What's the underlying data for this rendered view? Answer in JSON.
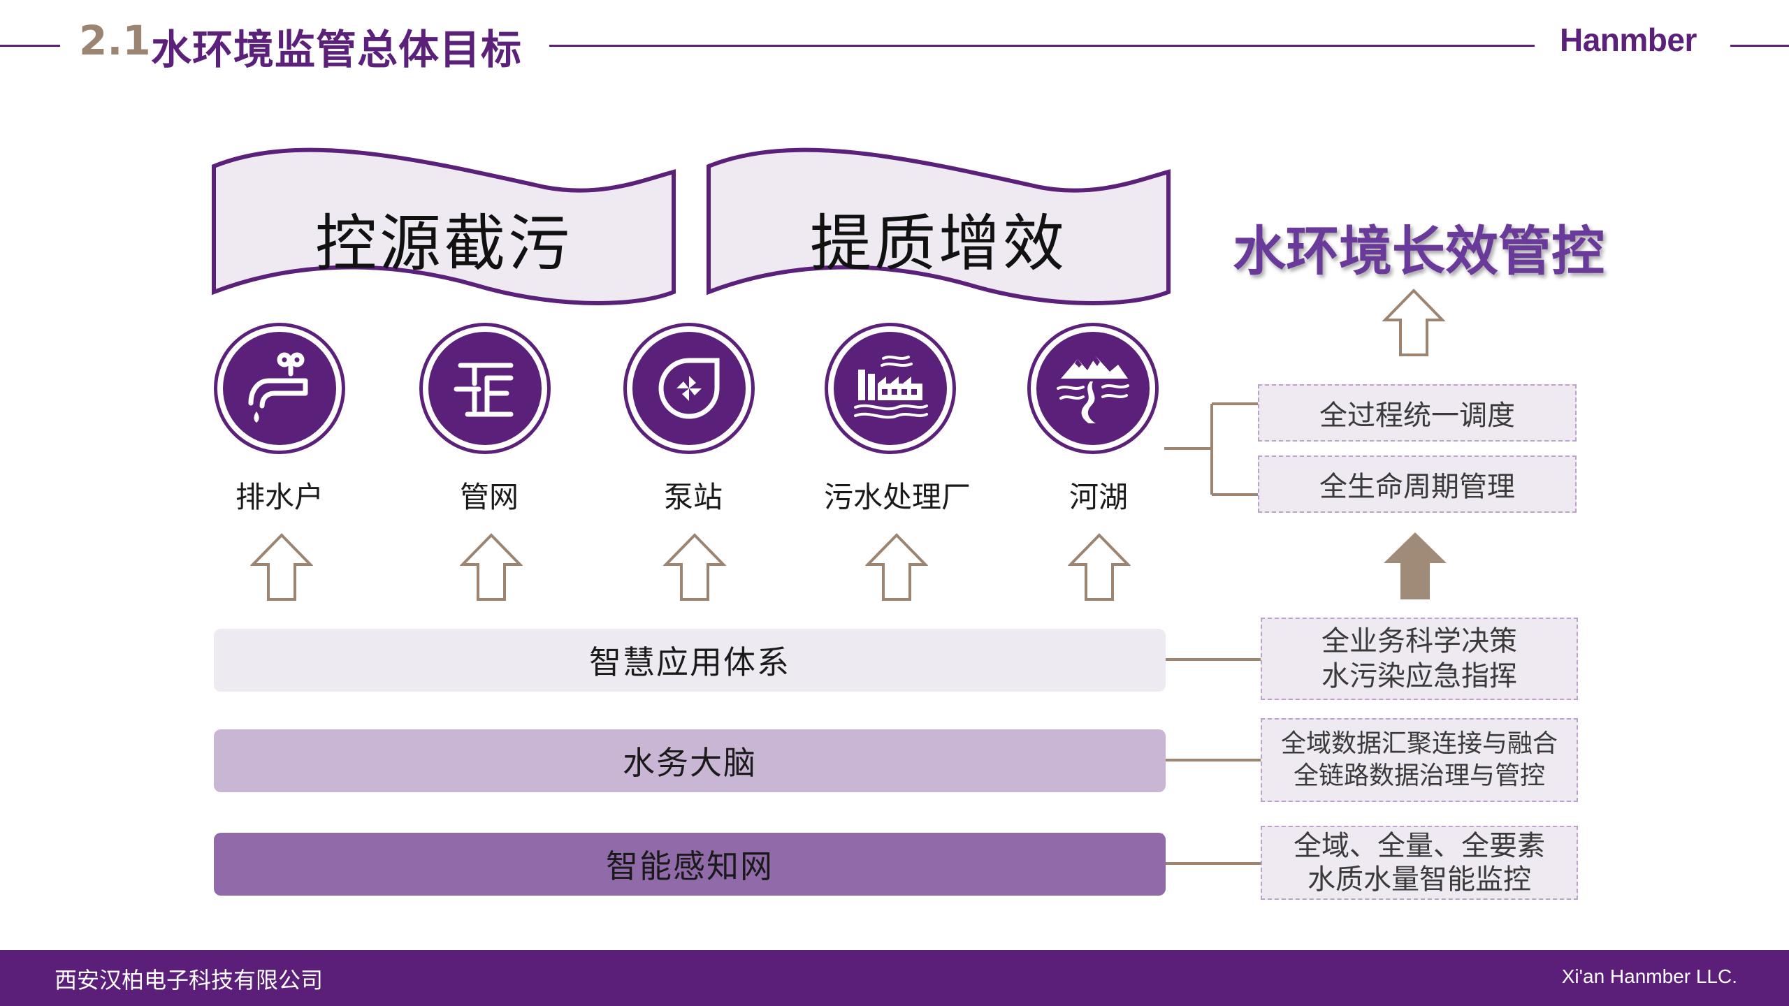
{
  "header": {
    "section_number": "2.1",
    "title": "水环境监管总体目标",
    "brand": "Hanmber"
  },
  "banners": [
    {
      "text": "控源截污"
    },
    {
      "text": "提质增效"
    }
  ],
  "goal": {
    "text": "水环境长效管控"
  },
  "nodes": [
    {
      "label": "排水户",
      "icon": "faucet-icon"
    },
    {
      "label": "管网",
      "icon": "pipe-network-icon"
    },
    {
      "label": "泵站",
      "icon": "pump-icon"
    },
    {
      "label": "污水处理厂",
      "icon": "factory-icon"
    },
    {
      "label": "河湖",
      "icon": "river-lake-icon"
    }
  ],
  "layers": [
    {
      "label": "智慧应用体系"
    },
    {
      "label": "水务大脑"
    },
    {
      "label": "智能感知网"
    }
  ],
  "right_boxes": {
    "management": [
      {
        "text": "全过程统一调度"
      },
      {
        "text": "全生命周期管理"
      }
    ],
    "application": {
      "line1": "全业务科学决策",
      "line2": "水污染应急指挥"
    },
    "brain": {
      "line1": "全域数据汇聚连接与融合",
      "line2": "全链路数据治理与管控"
    },
    "sensing": {
      "line1": "全域、全量、全要素",
      "line2": "水质水量智能监控"
    }
  },
  "footer": {
    "company_cn": "西安汉柏电子科技有限公司",
    "company_en": "Xi'an Hanmber LLC."
  },
  "colors": {
    "primary_purple": "#5b2079",
    "accent_brown": "#9b8471",
    "bar_light": "#eeeaf2",
    "bar_mid": "#c8b6d4",
    "bar_dark": "#916aa9"
  }
}
